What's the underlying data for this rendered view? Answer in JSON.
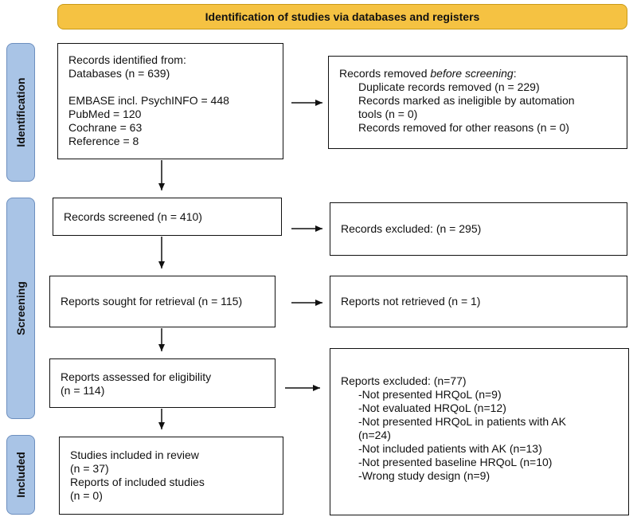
{
  "header": {
    "title": "Identification of studies via databases and registers"
  },
  "phases": {
    "identification": "Identification",
    "screening": "Screening",
    "included": "Included"
  },
  "identified": {
    "lines": [
      "Records identified from:",
      "Databases (n = 639)",
      "",
      "EMBASE incl. PsychINFO = 448",
      "PubMed = 120",
      "Cochrane = 63",
      "Reference = 8"
    ]
  },
  "removed": {
    "title_prefix": "Records removed ",
    "title_emph": "before screening",
    "title_suffix": ":",
    "items": [
      "Duplicate records removed (n = 229)",
      "Records marked as ineligible by automation",
      "tools (n = 0)",
      "Records removed for other reasons (n = 0)"
    ]
  },
  "screened": {
    "text": "Records screened (n = 410)"
  },
  "excluded": {
    "text": "Records excluded: (n = 295)"
  },
  "sought": {
    "text": "Reports sought for retrieval (n = 115)"
  },
  "not_retrieved": {
    "text": "Reports not retrieved (n = 1)"
  },
  "assessed": {
    "lines": [
      "Reports assessed for eligibility",
      "(n = 114)"
    ]
  },
  "reports_excluded": {
    "title": "Reports excluded: (n=77)",
    "items": [
      "-Not presented HRQoL (n=9)",
      "-Not evaluated HRQoL (n=12)",
      "-Not presented HRQoL in patients with AK",
      "(n=24)",
      "-Not included patients with AK (n=13)",
      "-Not presented baseline HRQoL (n=10)",
      "-Wrong study design (n=9)"
    ]
  },
  "included": {
    "lines": [
      "Studies included in review",
      "(n = 37)",
      "Reports of included studies",
      "(n = 0)"
    ]
  }
}
